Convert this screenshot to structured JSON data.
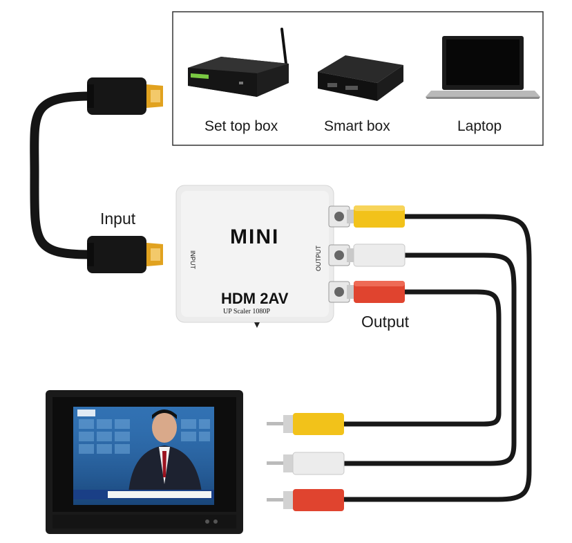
{
  "sources": {
    "items": [
      {
        "label": "Set top box"
      },
      {
        "label": "Smart box"
      },
      {
        "label": "Laptop"
      }
    ]
  },
  "labels": {
    "input": "Input",
    "output": "Output"
  },
  "converter": {
    "brand": "MINI",
    "model": "HDM 2AV",
    "subtitle": "UP Scaler 1080P",
    "port_input": "INPUT",
    "port_output": "OUTPUT"
  },
  "colors": {
    "rca_yellow": "#f2c21a",
    "rca_white": "#ececec",
    "rca_red": "#e0442f",
    "cable": "#151515",
    "hdmi_gold": "#e1a21f",
    "converter_body": "#ececec"
  }
}
